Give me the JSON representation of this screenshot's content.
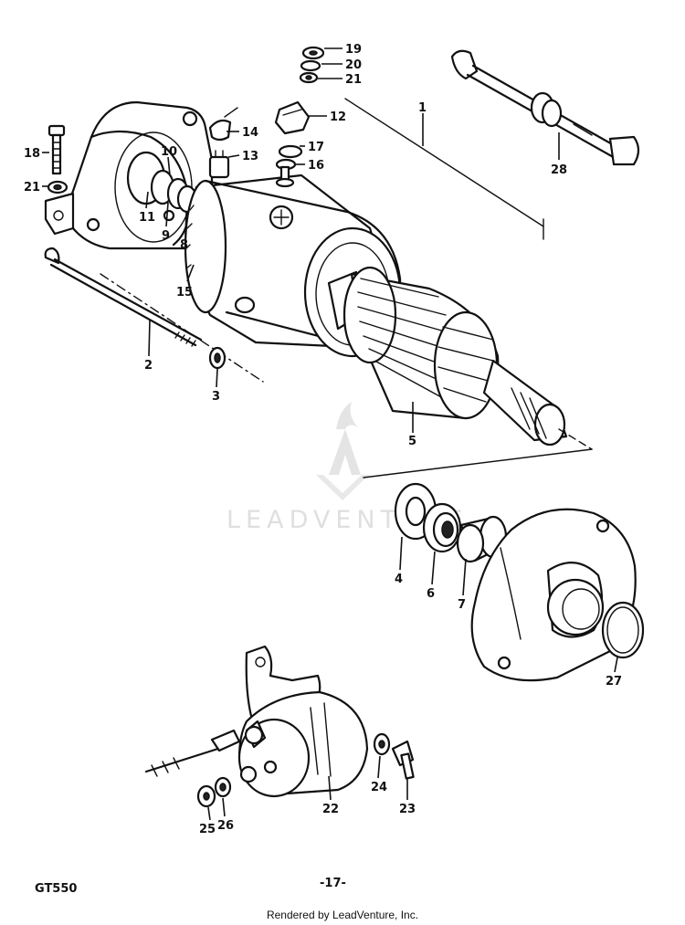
{
  "diagram": {
    "model_code": "GT550",
    "page_number": "-17-",
    "credit": "Rendered by LeadVenture, Inc.",
    "watermark": "LEADVENTURE",
    "callouts": [
      {
        "id": "c19",
        "label": "19"
      },
      {
        "id": "c20",
        "label": "20"
      },
      {
        "id": "c21a",
        "label": "21"
      },
      {
        "id": "c12",
        "label": "12"
      },
      {
        "id": "c14",
        "label": "14"
      },
      {
        "id": "c17",
        "label": "17"
      },
      {
        "id": "c16",
        "label": "16"
      },
      {
        "id": "c13",
        "label": "13"
      },
      {
        "id": "c18",
        "label": "18"
      },
      {
        "id": "c10",
        "label": "10"
      },
      {
        "id": "c21b",
        "label": "21"
      },
      {
        "id": "c11",
        "label": "11"
      },
      {
        "id": "c9",
        "label": "9"
      },
      {
        "id": "c8",
        "label": "8"
      },
      {
        "id": "c15",
        "label": "15"
      },
      {
        "id": "c2",
        "label": "2"
      },
      {
        "id": "c3",
        "label": "3"
      },
      {
        "id": "c1",
        "label": "1"
      },
      {
        "id": "c28",
        "label": "28"
      },
      {
        "id": "c5",
        "label": "5"
      },
      {
        "id": "c4",
        "label": "4"
      },
      {
        "id": "c6",
        "label": "6"
      },
      {
        "id": "c7",
        "label": "7"
      },
      {
        "id": "c27",
        "label": "27"
      },
      {
        "id": "c22",
        "label": "22"
      },
      {
        "id": "c24",
        "label": "24"
      },
      {
        "id": "c23",
        "label": "23"
      },
      {
        "id": "c25",
        "label": "25"
      },
      {
        "id": "c26",
        "label": "26"
      }
    ]
  }
}
